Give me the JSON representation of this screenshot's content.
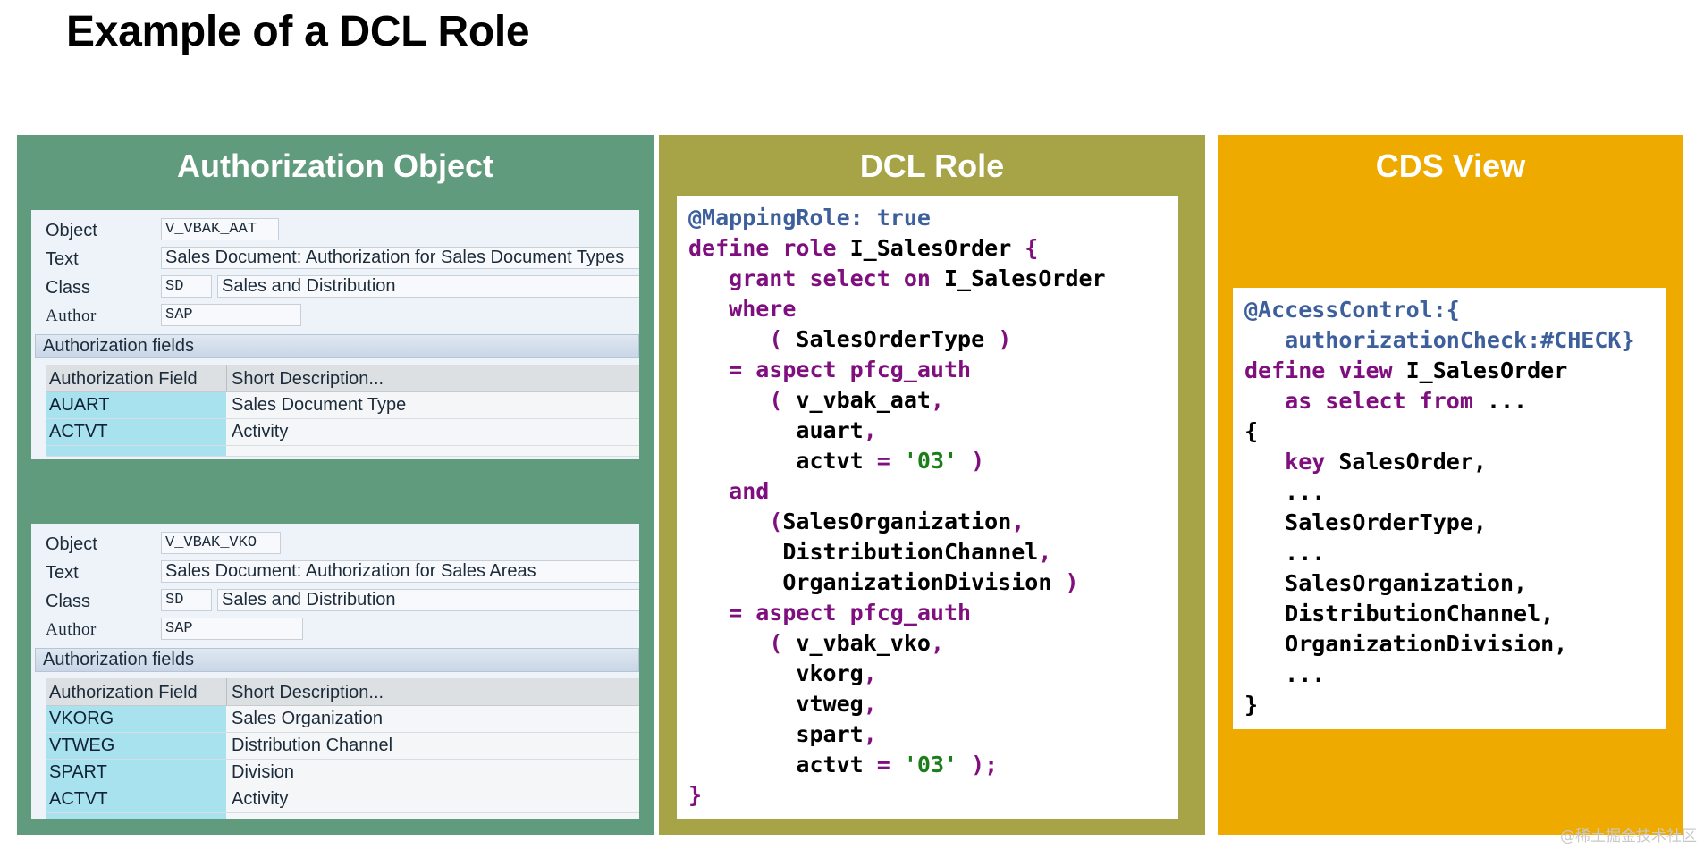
{
  "title": "Example of a DCL Role",
  "watermark": "@稀土掘金技术社区",
  "panels": {
    "auth": {
      "heading": "Authorization Object",
      "objects": [
        {
          "object_label": "Object",
          "object_value": "V_VBAK_AAT",
          "text_label": "Text",
          "text_value": "Sales Document: Authorization for Sales Document Types",
          "class_label": "Class",
          "class_code": "SD",
          "class_value": "Sales and Distribution",
          "author_label": "Author",
          "author_value": "SAP",
          "section": "Authorization fields",
          "col_field": "Authorization Field",
          "col_desc": "Short Description...",
          "rows": [
            {
              "field": "AUART",
              "desc": "Sales Document Type"
            },
            {
              "field": "ACTVT",
              "desc": "Activity"
            }
          ]
        },
        {
          "object_label": "Object",
          "object_value": "V_VBAK_VKO",
          "text_label": "Text",
          "text_value": "Sales Document: Authorization for Sales Areas",
          "class_label": "Class",
          "class_code": "SD",
          "class_value": "Sales and Distribution",
          "author_label": "Author",
          "author_value": "SAP",
          "section": "Authorization fields",
          "col_field": "Authorization Field",
          "col_desc": "Short Description...",
          "rows": [
            {
              "field": "VKORG",
              "desc": "Sales Organization"
            },
            {
              "field": "VTWEG",
              "desc": "Distribution Channel"
            },
            {
              "field": "SPART",
              "desc": "Division"
            },
            {
              "field": "ACTVT",
              "desc": "Activity"
            }
          ]
        }
      ]
    },
    "dcl": {
      "heading": "DCL Role",
      "lines": [
        {
          "i": 0,
          "t": [
            [
              "an",
              "@MappingRole: true"
            ]
          ]
        },
        {
          "i": 0,
          "t": [
            [
              "kw",
              "define role "
            ],
            [
              "id",
              "I_SalesOrder "
            ],
            [
              "kw",
              "{"
            ]
          ]
        },
        {
          "i": 3,
          "t": [
            [
              "kw",
              "grant select on "
            ],
            [
              "id",
              "I_SalesOrder"
            ]
          ]
        },
        {
          "i": 3,
          "t": [
            [
              "kw",
              "where"
            ]
          ]
        },
        {
          "i": 6,
          "t": [
            [
              "kw",
              "( "
            ],
            [
              "id",
              "SalesOrderType "
            ],
            [
              "kw",
              ")"
            ]
          ]
        },
        {
          "i": 3,
          "t": [
            [
              "kw",
              "= aspect pfcg_auth"
            ]
          ]
        },
        {
          "i": 6,
          "t": [
            [
              "kw",
              "( "
            ],
            [
              "id",
              "v_vbak_aat"
            ],
            [
              "kw",
              ","
            ]
          ]
        },
        {
          "i": 8,
          "t": [
            [
              "id",
              "auart"
            ],
            [
              "kw",
              ","
            ]
          ]
        },
        {
          "i": 8,
          "t": [
            [
              "id",
              "actvt "
            ],
            [
              "kw",
              "= "
            ],
            [
              "st",
              "'03'"
            ],
            [
              "kw",
              " )"
            ]
          ]
        },
        {
          "i": 3,
          "t": [
            [
              "kw",
              "and"
            ]
          ]
        },
        {
          "i": 6,
          "t": [
            [
              "kw",
              "("
            ],
            [
              "id",
              "SalesOrganization"
            ],
            [
              "kw",
              ","
            ]
          ]
        },
        {
          "i": 7,
          "t": [
            [
              "id",
              "DistributionChannel"
            ],
            [
              "kw",
              ","
            ]
          ]
        },
        {
          "i": 7,
          "t": [
            [
              "id",
              "OrganizationDivision "
            ],
            [
              "kw",
              ")"
            ]
          ]
        },
        {
          "i": 3,
          "t": [
            [
              "kw",
              "= aspect pfcg_auth"
            ]
          ]
        },
        {
          "i": 6,
          "t": [
            [
              "kw",
              "( "
            ],
            [
              "id",
              "v_vbak_vko"
            ],
            [
              "kw",
              ","
            ]
          ]
        },
        {
          "i": 8,
          "t": [
            [
              "id",
              "vkorg"
            ],
            [
              "kw",
              ","
            ]
          ]
        },
        {
          "i": 8,
          "t": [
            [
              "id",
              "vtweg"
            ],
            [
              "kw",
              ","
            ]
          ]
        },
        {
          "i": 8,
          "t": [
            [
              "id",
              "spart"
            ],
            [
              "kw",
              ","
            ]
          ]
        },
        {
          "i": 8,
          "t": [
            [
              "id",
              "actvt "
            ],
            [
              "kw",
              "= "
            ],
            [
              "st",
              "'03'"
            ],
            [
              "kw",
              " );"
            ]
          ]
        },
        {
          "i": 0,
          "t": [
            [
              "kw",
              "}"
            ]
          ]
        }
      ]
    },
    "cds": {
      "heading": "CDS View",
      "lines": [
        {
          "i": 0,
          "t": [
            [
              "an",
              "@AccessControl:{"
            ]
          ]
        },
        {
          "i": 3,
          "t": [
            [
              "an",
              "authorizationCheck:#CHECK}"
            ]
          ]
        },
        {
          "i": 0,
          "t": [
            [
              "kw",
              "define view "
            ],
            [
              "id",
              "I_SalesOrder"
            ]
          ]
        },
        {
          "i": 3,
          "t": [
            [
              "kw",
              "as select from "
            ],
            [
              "id",
              "..."
            ]
          ]
        },
        {
          "i": 0,
          "t": [
            [
              "id",
              "{"
            ]
          ]
        },
        {
          "i": 3,
          "t": [
            [
              "kw",
              "key "
            ],
            [
              "id",
              "SalesOrder,"
            ]
          ]
        },
        {
          "i": 3,
          "t": [
            [
              "id",
              "..."
            ]
          ]
        },
        {
          "i": 3,
          "t": [
            [
              "id",
              "SalesOrderType,"
            ]
          ]
        },
        {
          "i": 3,
          "t": [
            [
              "id",
              "..."
            ]
          ]
        },
        {
          "i": 3,
          "t": [
            [
              "id",
              "SalesOrganization,"
            ]
          ]
        },
        {
          "i": 3,
          "t": [
            [
              "id",
              "DistributionChannel,"
            ]
          ]
        },
        {
          "i": 3,
          "t": [
            [
              "id",
              "OrganizationDivision,"
            ]
          ]
        },
        {
          "i": 3,
          "t": [
            [
              "id",
              "..."
            ]
          ]
        },
        {
          "i": 0,
          "t": [
            [
              "id",
              "}"
            ]
          ]
        }
      ]
    }
  },
  "colors": {
    "auth_panel": "#619b7e",
    "dcl_panel": "#a6a446",
    "cds_panel": "#efaa00",
    "keyword": "#7f0f7e",
    "annotation": "#3d5f9c",
    "string": "#1a7f1a",
    "field_highlight": "#a9e2ef"
  }
}
